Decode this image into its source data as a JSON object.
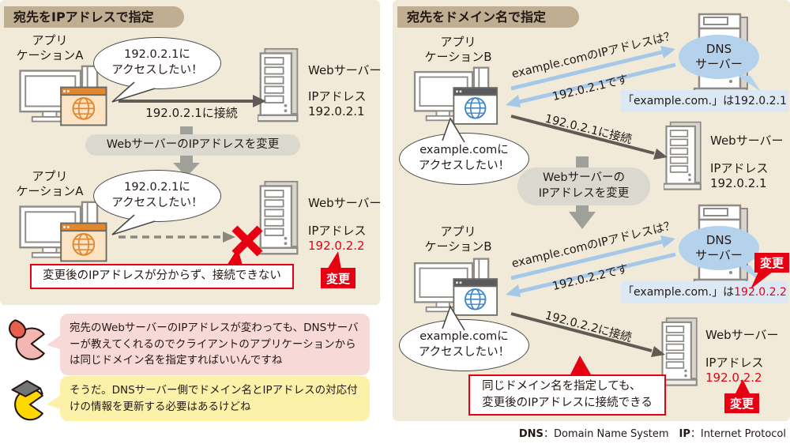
{
  "left": {
    "title": "宛先をIPアドレスで指定",
    "change_banner": "WebサーバーのIPアドレスを変更",
    "s1": {
      "app": "アプリ\nケーションA",
      "bubble": "192.0.2.1に\nアクセスしたい！",
      "connect": "192.0.2.1に接続",
      "server": "Webサーバー",
      "ip_label": "IPアドレス",
      "ip": "192.0.2.1"
    },
    "s2": {
      "app": "アプリ\nケーションA",
      "bubble": "192.0.2.1に\nアクセスしたい！",
      "server": "Webサーバー",
      "ip_label": "IPアドレス",
      "ip": "192.0.2.2",
      "badge": "変更",
      "note": "変更後のIPアドレスが分からず、接続できない"
    }
  },
  "right": {
    "title": "宛先をドメイン名で指定",
    "change_banner": "Webサーバーの\nIPアドレスを変更",
    "s1": {
      "app": "アプリ\nケーションB",
      "query": "example.comのIPアドレスは？",
      "answer": "192.0.2.1です",
      "dns": "DNS\nサーバー",
      "note_prefix": "「example.com.」は",
      "note_ip": "192.0.2.1",
      "bubble": "example.comに\nアクセスしたい！",
      "connect": "192.0.2.1に接続",
      "server": "Webサーバー",
      "ip_label": "IPアドレス",
      "ip": "192.0.2.1"
    },
    "s2": {
      "app": "アプリ\nケーションB",
      "query": "example.comのIPアドレスは？",
      "answer": "192.0.2.2です",
      "dns": "DNS\nサーバー",
      "dns_badge": "変更",
      "note_prefix": "「example.com.」は",
      "note_ip": "192.0.2.2",
      "bubble": "example.comに\nアクセスしたい！",
      "connect": "192.0.2.2に接続",
      "server": "Webサーバー",
      "ip_label": "IPアドレス",
      "ip": "192.0.2.2",
      "badge": "変更",
      "note": "同じドメイン名を指定しても、\n変更後のIPアドレスに接続できる"
    }
  },
  "dialog": {
    "question": "宛先のWebサーバーのIPアドレスが変わっても、DNSサーバーが教えてくれるのでクライアントのアプリケーションからは同じドメイン名を指定すればいいんですね",
    "answer": "そうだ。DNSサーバー側でドメイン名とIPアドレスの対応付けの情報を更新する必要はあるけどね"
  },
  "footer": {
    "dns_abbr": "DNS",
    "dns_full": "：Domain Name System　",
    "ip_abbr": "IP",
    "ip_full": "：Internet Protocol"
  },
  "colors": {
    "panel_bg": "#f2ead9",
    "title_bg": "#bfae92",
    "accent_red": "#e60012",
    "blue_arrow": "#a6c8e8",
    "dns_blue": "#b5d2ec",
    "note_blue": "#dce9f5",
    "gray_arrow": "#a0a09a",
    "dark_arrow": "#5f5b55",
    "pink_bubble": "#f7d9d7",
    "yellow_bubble": "#fbf1a9"
  }
}
